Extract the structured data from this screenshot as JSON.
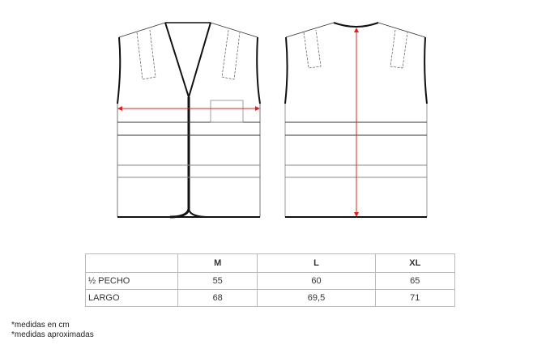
{
  "size_table": {
    "headers": [
      "",
      "M",
      "L",
      "XL"
    ],
    "rows": [
      {
        "label": "½  PECHO",
        "values": [
          "55",
          "60",
          "65"
        ]
      },
      {
        "label": "LARGO",
        "values": [
          "68",
          "69,5",
          "71"
        ]
      }
    ]
  },
  "notes": [
    "*medidas en cm",
    "*medidas aproximadas"
  ],
  "colors": {
    "measure_line": "#e0201c",
    "outline": "#111111"
  }
}
